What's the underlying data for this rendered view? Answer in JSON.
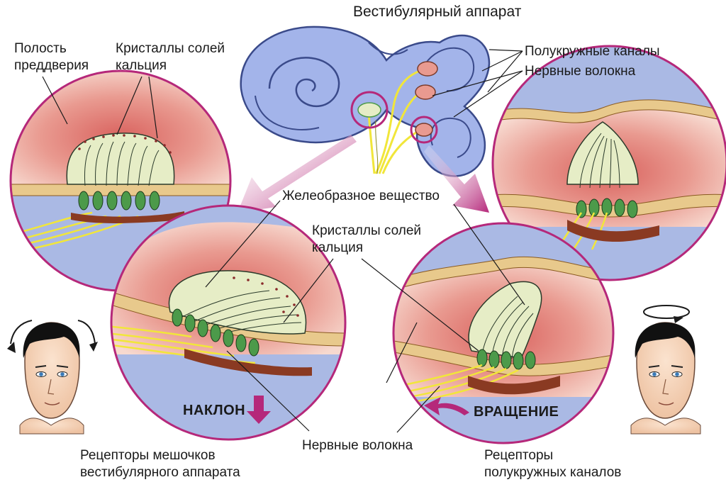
{
  "title": "Вестибулярный аппарат",
  "labels": {
    "vestibule_cavity": [
      "Полость",
      "преддверия"
    ],
    "calcium_crystals_top": [
      "Кристаллы солей",
      "кальция"
    ],
    "semicircular_canals": "Полукружные каналы",
    "nerve_fibers_top": "Нервные волокна",
    "gel_substance": "Желеобразное вещество",
    "calcium_crystals_mid": [
      "Кристаллы солей",
      "кальция"
    ],
    "nerve_fibers_bottom": "Нервные волокна",
    "saccule_receptors": [
      "Рецепторы мешочков",
      "вестибулярного аппарата"
    ],
    "canal_receptors": [
      "Рецепторы",
      "полукружных каналов"
    ]
  },
  "motions": {
    "tilt": "НАКЛОН",
    "rotation": "ВРАЩЕНИЕ"
  },
  "icons": [
    "inner-ear-labyrinth",
    "head-tilt-face",
    "head-rotation-face",
    "down-arrow",
    "curved-arrow"
  ],
  "colors": {
    "magenta": "#b5287a",
    "fluid_blue": "#aab9e4",
    "tissue_pink": "#e8988f",
    "gel_green": "#e6edc6",
    "nerve_yellow": "#f1e63a",
    "cell_green": "#4c9a4a",
    "cell_layer": "#e8c98c",
    "labyrinth_blue": "#a3b4ea"
  }
}
